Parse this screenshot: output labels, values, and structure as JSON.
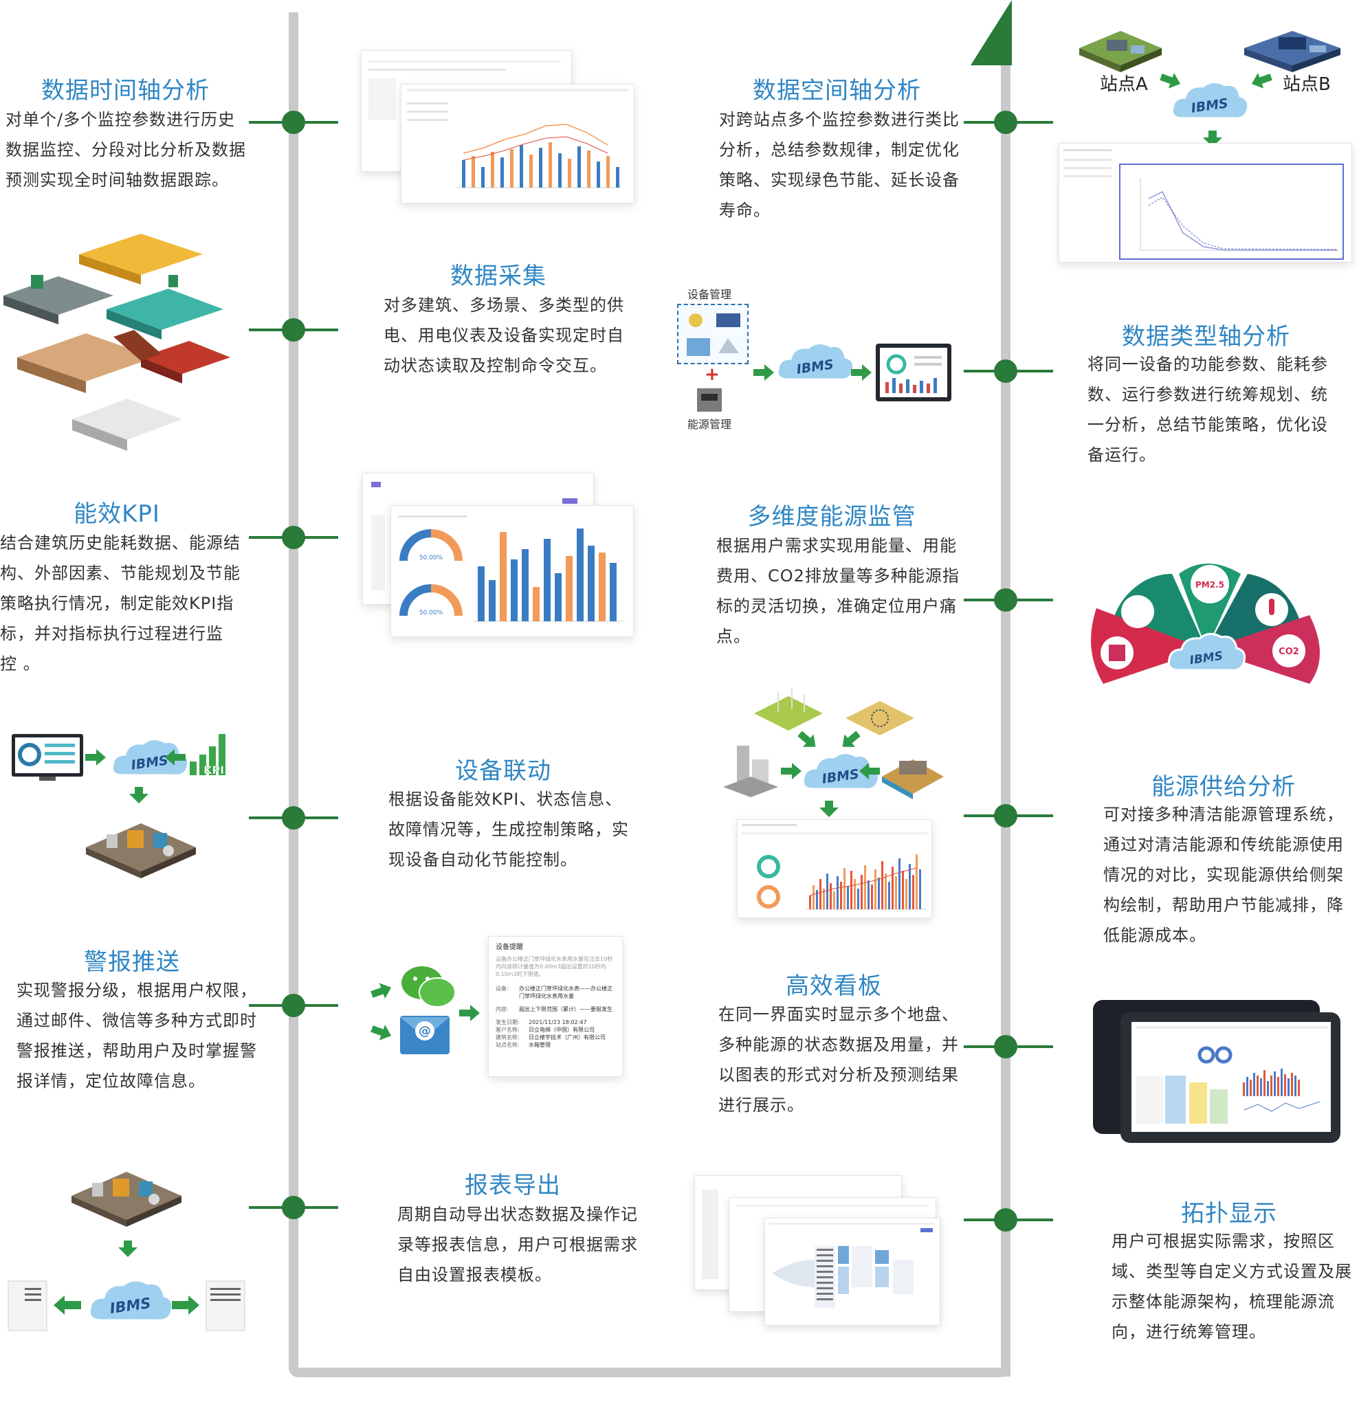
{
  "colors": {
    "title": "#2f86c4",
    "node": "#2a7a3a",
    "rail": "#c9c9c9",
    "arrow": "#2e9a47",
    "bar_blue": "#3a7cc4",
    "bar_orange": "#f29a5a"
  },
  "ibms_label": "IBMS",
  "station_a": "站点A",
  "station_b": "站点B",
  "device_mgmt": "设备管理",
  "energy_mgmt": "能源管理",
  "kpi_label": "KPI",
  "pm_label": "PM2.5",
  "co2_label": "CO2",
  "gauge_values": [
    "50.00%",
    "50.00%"
  ],
  "alert": {
    "title": "设备提醒",
    "body": "设备办公楼正门草坪绿化水表用水量在过去10秒内向该绑计量值为0.00m3超出设置的10秒内0.10m3的下限值。",
    "device_label": "设备:",
    "device_value": "办公楼正门草坪绿化水表——办公楼正门草坪绿化水表用水量",
    "content_label": "内容:",
    "content_value": "超出上下限范围（累计）——要报发生",
    "time_label": "发生日期:",
    "time_value": "2021/11/23 18:02:47",
    "customer_label": "客户名称:",
    "customer_value": "日立电梯（中国）有限公司",
    "building_label": "建筑名称:",
    "building_value": "日立楼宇技术（广州）有限公司",
    "site_label": "站点名称:",
    "site_value": "水箱管理"
  },
  "sections": {
    "time_axis": {
      "title": "数据时间轴分析",
      "lines": [
        "对单个/多个监控参数进行历史",
        "数据监控、分段对比分析及数据",
        "预测实现全时间轴数据跟踪。"
      ]
    },
    "space_axis": {
      "title": "数据空间轴分析",
      "lines": [
        "对跨站点多个监控参数进行类比",
        "分析，总结参数规律，制定优化",
        "策略、实现绿色节能、延长设备",
        "寿命。"
      ]
    },
    "collection": {
      "title": "数据采集",
      "lines": [
        "对多建筑、多场景、多类型的供",
        "电、用电仪表及设备实现定时自",
        "动状态读取及控制命令交互。"
      ]
    },
    "type_axis": {
      "title": "数据类型轴分析",
      "lines": [
        "将同一设备的功能参数、能耗参",
        "数、运行参数进行统筹规划、统",
        "一分析，总结节能策略，优化设",
        "备运行。"
      ]
    },
    "kpi": {
      "title": "能效KPI",
      "lines": [
        "结合建筑历史能耗数据、能源结",
        "构、外部因素、节能规划及节能",
        "策略执行情况，制定能效KPI指",
        "标，并对指标执行过程进行监",
        "控 。"
      ]
    },
    "multi_energy": {
      "title": "多维度能源监管",
      "lines": [
        "根据用户需求实现用能量、用能",
        "费用、CO2排放量等多种能源指",
        "标的灵活切换，准确定位用户痛",
        "点。"
      ]
    },
    "linkage": {
      "title": "设备联动",
      "lines": [
        "根据设备能效KPI、状态信息、",
        "故障情况等，生成控制策略，实",
        "现设备自动化节能控制。"
      ]
    },
    "supply": {
      "title": "能源供给分析",
      "lines": [
        "可对接多种清洁能源管理系统，",
        "通过对清洁能源和传统能源使用",
        "情况的对比，实现能源供给侧架",
        "构绘制，帮助用户节能减排，降",
        "低能源成本。"
      ]
    },
    "alarm": {
      "title": "警报推送",
      "lines": [
        "实现警报分级，根据用户权限，",
        "通过邮件、微信等多种方式即时",
        "警报推送，帮助用户及时掌握警",
        "报详情，定位故障信息。"
      ]
    },
    "board": {
      "title": "高效看板",
      "lines": [
        "在同一界面实时显示多个地盘、",
        "多种能源的状态数据及用量，并",
        "以图表的形式对分析及预测结果",
        "进行展示。"
      ]
    },
    "report": {
      "title": "报表导出",
      "lines": [
        "周期自动导出状态数据及操作记",
        "录等报表信息，用户可根据需求",
        "自由设置报表模板。"
      ]
    },
    "topology": {
      "title": "拓扑显示",
      "lines": [
        "用户可根据实际需求，按照区",
        "域、类型等自定义方式设置及展",
        "示整体能源架构，梳理能源流",
        "向，进行统筹管理。"
      ]
    }
  }
}
